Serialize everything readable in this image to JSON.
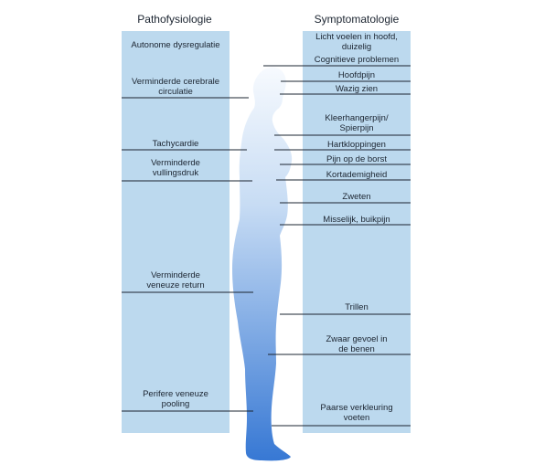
{
  "headings": {
    "left": "Pathofysiologie",
    "right": "Symptomatologie"
  },
  "pathophysiology": [
    "Autonome dysregulatie",
    "Verminderde cerebrale circulatie",
    "Tachycardie",
    "Verminderde vullingsdruk",
    "Verminderde veneuze return",
    "Perifere veneuze pooling"
  ],
  "symptoms": [
    "Licht voelen in hoofd, duizelig",
    "Cognitieve problemen",
    "Hoofdpijn",
    "Wazig zien",
    "Kleerhangerpijn/ Spierpijn",
    "Hartkloppingen",
    "Pijn op de borst",
    "Kortademigheid",
    "Zweten",
    "Misselijk, buikpijn",
    "Trillen",
    "Zwaar gevoel in de benen",
    "Paarse verkleuring voeten"
  ],
  "colors": {
    "panel": "#bcd9ee",
    "body_top": "#f4f8fd",
    "body_bottom": "#3a7ed6",
    "line": "#1b2430"
  }
}
